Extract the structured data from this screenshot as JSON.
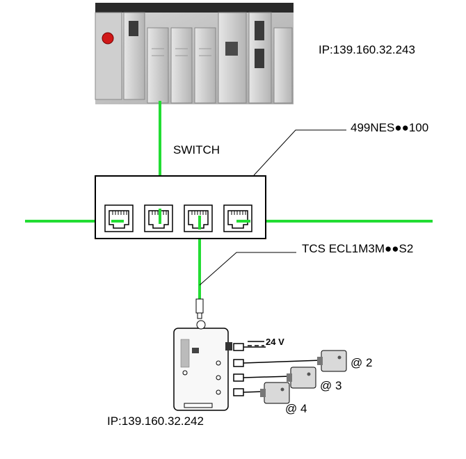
{
  "plc": {
    "ip_label": "IP:139.160.32.243"
  },
  "switch": {
    "title": "SWITCH",
    "reference": "499NES●●100",
    "port_count": 4
  },
  "cable": {
    "reference": "TCS ECL1M3M●●S2"
  },
  "hub": {
    "ip_label": "IP:139.160.32.242",
    "supply_label": "24 V"
  },
  "devices": [
    {
      "address": "@ 2"
    },
    {
      "address": "@ 3"
    },
    {
      "address": "@ 4"
    }
  ],
  "colors": {
    "ethernet": "#22dd33",
    "device_frame": "#000000",
    "plc_body": "#c8c8c8"
  }
}
